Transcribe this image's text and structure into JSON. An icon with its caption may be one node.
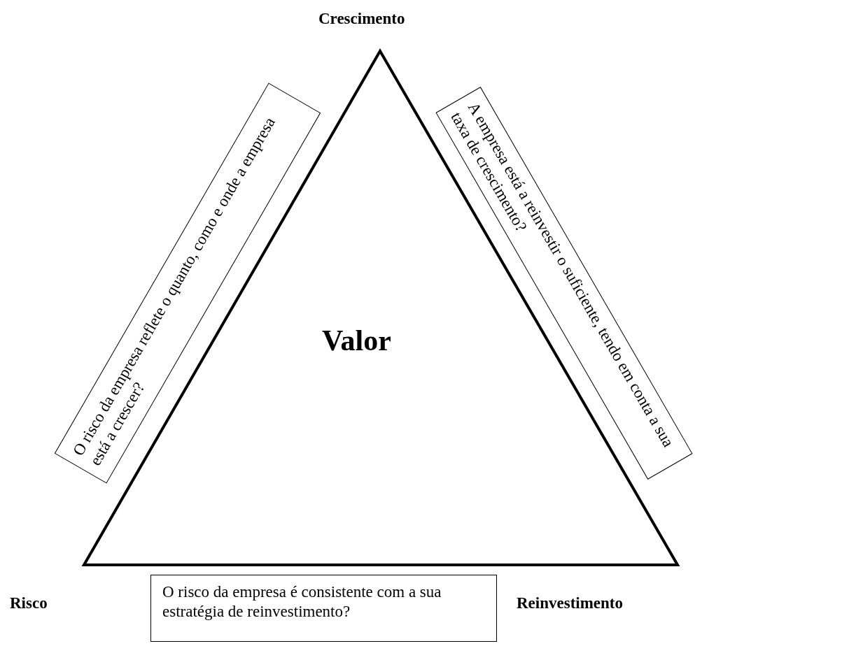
{
  "diagram": {
    "nodes": [
      {
        "text": [
          "Valor"
        ]
      },
      {
        "text": [
          "O risco da empresa reflete o quanto, como e onde a empresa está a crescer?"
        ]
      },
      {
        "text": [
          "A empresa está a reinvestir o suficiente, tendo em conta a sua taxa de crescimento?"
        ]
      },
      {
        "text": [
          "O risco da empresa é consistente com a sua estratégia de reinvestimento?"
        ]
      }
    ],
    "labels": [
      "Crescimento",
      "Risco",
      "Reinvestimento"
    ]
  }
}
